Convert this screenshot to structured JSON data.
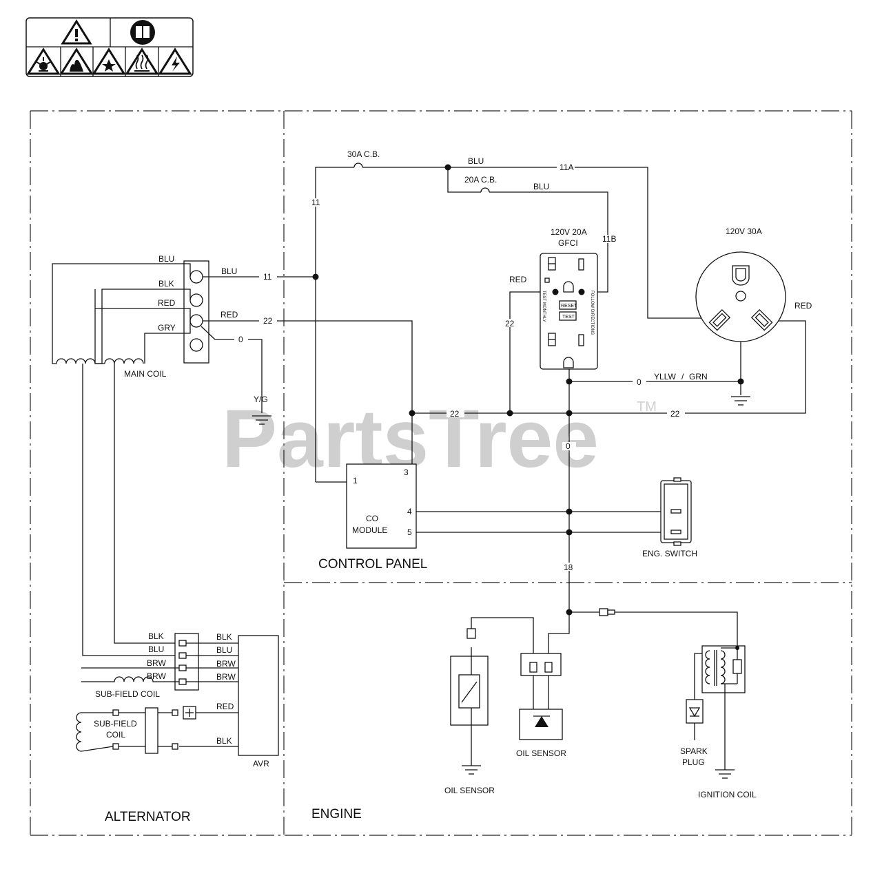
{
  "watermark": {
    "text": "PartsTree",
    "tm": "TM"
  },
  "sections": {
    "alternator": "ALTERNATOR",
    "control_panel": "CONTROL PANEL",
    "engine": "ENGINE"
  },
  "components": {
    "main_coil": "MAIN COIL",
    "sub_field_coil_top": "SUB-FIELD COIL",
    "sub_field_coil_left_line1": "SUB-FIELD",
    "sub_field_coil_left_line2": "COIL",
    "avr": "AVR",
    "co_module_line1": "CO",
    "co_module_line2": "MODULE",
    "eng_switch": "ENG. SWITCH",
    "oil_sensor_left": "OIL SENSOR",
    "oil_sensor_right": "OIL SENSOR",
    "spark_plug_line1": "SPARK",
    "spark_plug_line2": "PLUG",
    "ignition_coil": "IGNITION COIL",
    "gfci_line1": "120V 20A",
    "gfci_line2": "GFCI",
    "receptacle_30a": "120V 30A",
    "breaker_30a": "30A C.B.",
    "breaker_20a": "20A C.B.",
    "yg": "Y/G"
  },
  "co_pins": {
    "p1": "1",
    "p3": "3",
    "p4": "4",
    "p5": "5"
  },
  "wire_labels": {
    "blu_top": "BLU",
    "blu_second": "BLU",
    "w11a": "11A",
    "w11b": "11B",
    "w11_vertical": "11",
    "w11_terminal": "11",
    "w22_terminal": "22",
    "w22_bus_left": "22",
    "w22_bus_right": "22",
    "w22_vertical": "22",
    "w0_terminal": "0",
    "w0_ground": "0",
    "w0_vertical": "0",
    "w18": "18",
    "yllw": "YLLW",
    "slash": "/",
    "grn": "GRN",
    "red_gfci": "RED",
    "red_30a": "RED"
  },
  "terminal_labels": {
    "blu": "BLU",
    "blk": "BLK",
    "red": "RED",
    "gry": "GRY",
    "blu_out": "BLU",
    "red_out": "RED"
  },
  "avr_labels": {
    "left": [
      "BLK",
      "BLU",
      "BRW",
      "BRW"
    ],
    "right": [
      "BLK",
      "BLU",
      "BRW",
      "BRW"
    ],
    "red": "RED",
    "blk": "BLK"
  },
  "gfci_text": {
    "reset": "RESET",
    "test": "TEST",
    "side_left": "TEST MONTHLY",
    "side_right": "FOLLOW DIRECTIONS"
  },
  "warning_icons": [
    "warning-triangle-icon",
    "read-manual-icon",
    "explosion-hazard-icon",
    "fire-hazard-icon",
    "spark-hazard-icon",
    "hot-surface-icon",
    "shock-hazard-icon"
  ]
}
